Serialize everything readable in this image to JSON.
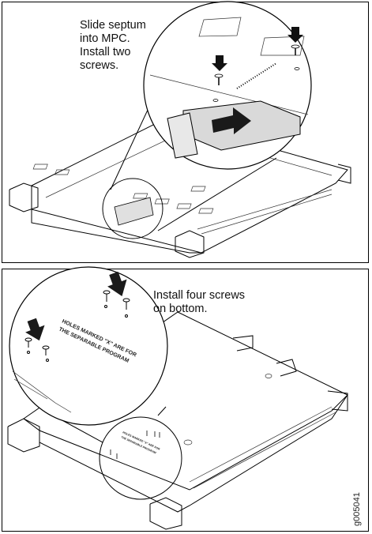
{
  "top_panel": {
    "caption": "Slide septum\ninto MPC.\nInstall two\nscrews."
  },
  "bottom_panel": {
    "caption": "Install four screws\non bottom.",
    "callout_label_line1": "HOLES MARKED \"X\" ARE FOR",
    "callout_label_line2": "THE SEPARABLE PROGRAM"
  },
  "figure_id": "g005041",
  "colors": {
    "line": "#000000",
    "arrow_fill": "#1a1a1a",
    "septum_fill": "#d9d9d9"
  }
}
